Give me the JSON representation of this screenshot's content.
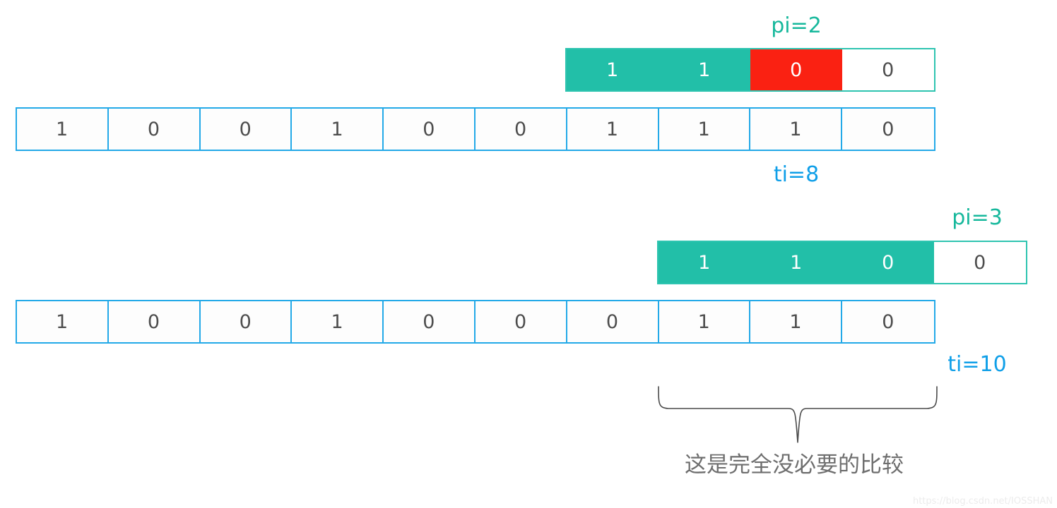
{
  "diagram": {
    "title": "KMP pattern matching skip illustration",
    "colors": {
      "teal": "#22bfa8",
      "teal_border": "#2ec4b0",
      "red": "#fa2112",
      "blue": "#23a9e8",
      "text_gray": "#4d4d4d",
      "caption_gray": "#6e6e6e"
    },
    "steps": [
      {
        "id": "step-1",
        "pattern": {
          "cells": [
            {
              "value": "1",
              "state": "matched"
            },
            {
              "value": "1",
              "state": "matched"
            },
            {
              "value": "0",
              "state": "mismatch"
            },
            {
              "value": "0",
              "state": "normal"
            }
          ],
          "label": "pi=2"
        },
        "text": {
          "cells": [
            "1",
            "0",
            "0",
            "1",
            "0",
            "0",
            "1",
            "1",
            "1",
            "0"
          ],
          "label": "ti=8"
        }
      },
      {
        "id": "step-2",
        "pattern": {
          "cells": [
            {
              "value": "1",
              "state": "matched"
            },
            {
              "value": "1",
              "state": "matched"
            },
            {
              "value": "0",
              "state": "matched"
            },
            {
              "value": "0",
              "state": "normal"
            }
          ],
          "label": "pi=3"
        },
        "text": {
          "cells": [
            "1",
            "0",
            "0",
            "1",
            "0",
            "0",
            "0",
            "1",
            "1",
            "0"
          ],
          "label": "ti=10"
        }
      }
    ],
    "annotation": {
      "caption": "这是完全没必要的比较"
    },
    "watermark": "https://blog.csdn.net/IOSSHAN"
  }
}
